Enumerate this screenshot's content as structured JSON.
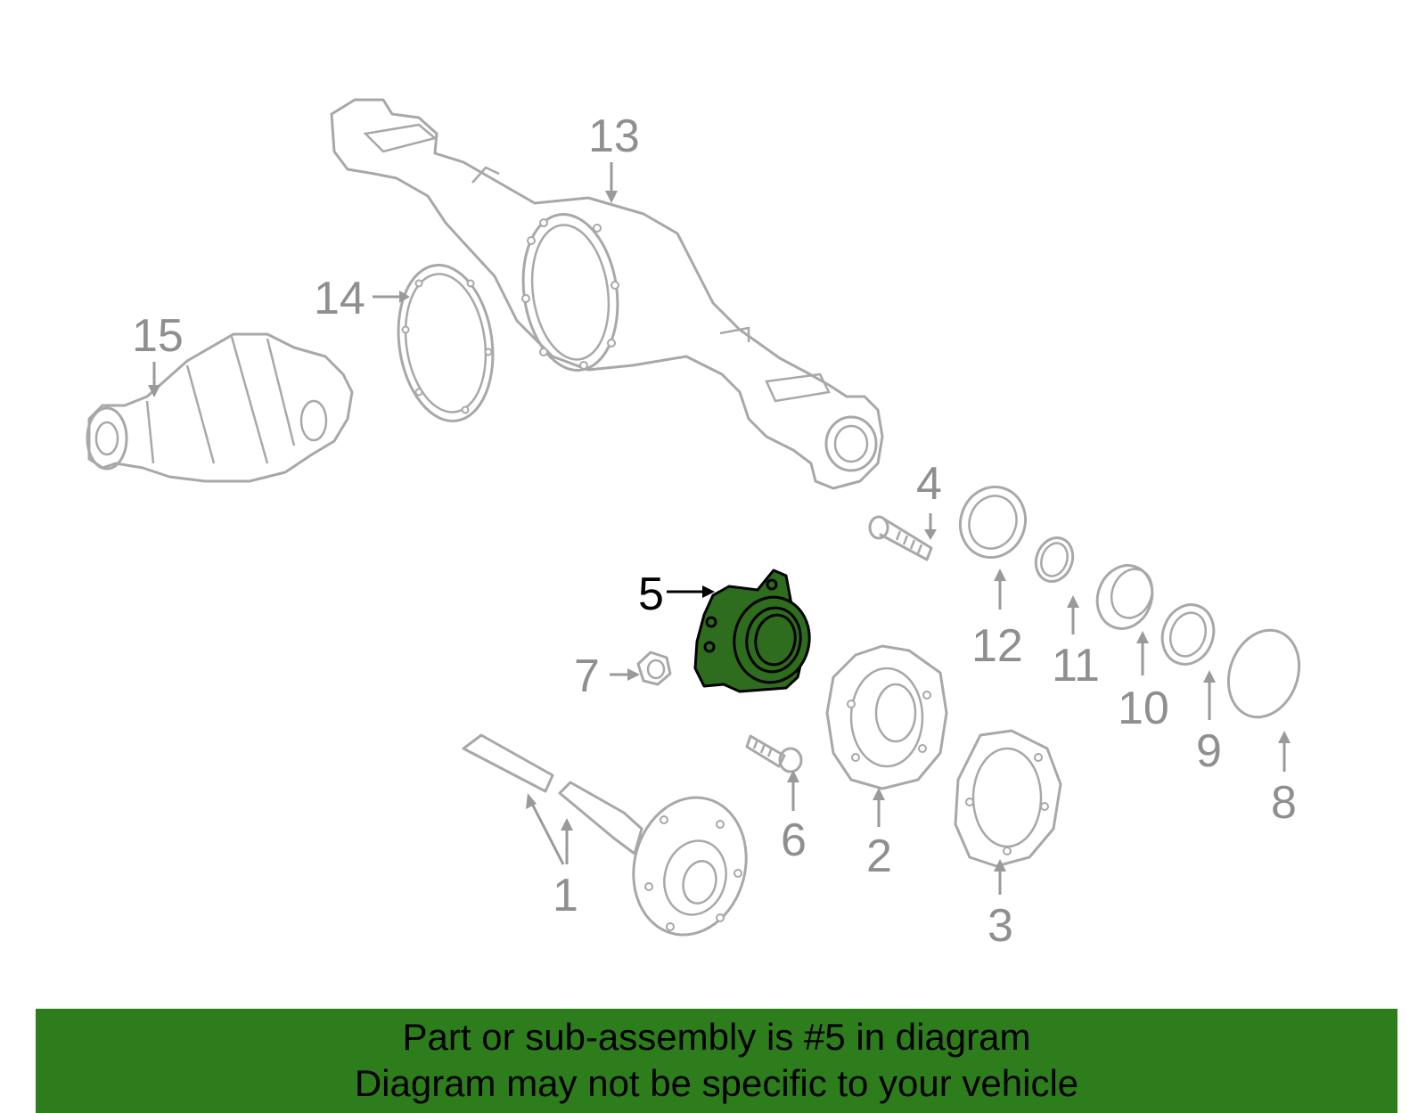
{
  "diagram": {
    "callouts": [
      "1",
      "2",
      "3",
      "4",
      "5",
      "6",
      "7",
      "8",
      "9",
      "10",
      "11",
      "12",
      "13",
      "14",
      "15"
    ],
    "highlighted_part": "5",
    "colors": {
      "highlight_fill": "#2e6d1d",
      "line_art": "#a8a8a8",
      "banner_background": "#2e7d1c"
    }
  },
  "banner": {
    "line1": "Part or sub-assembly is #5 in diagram",
    "line2": "Diagram may not be specific to your vehicle"
  }
}
